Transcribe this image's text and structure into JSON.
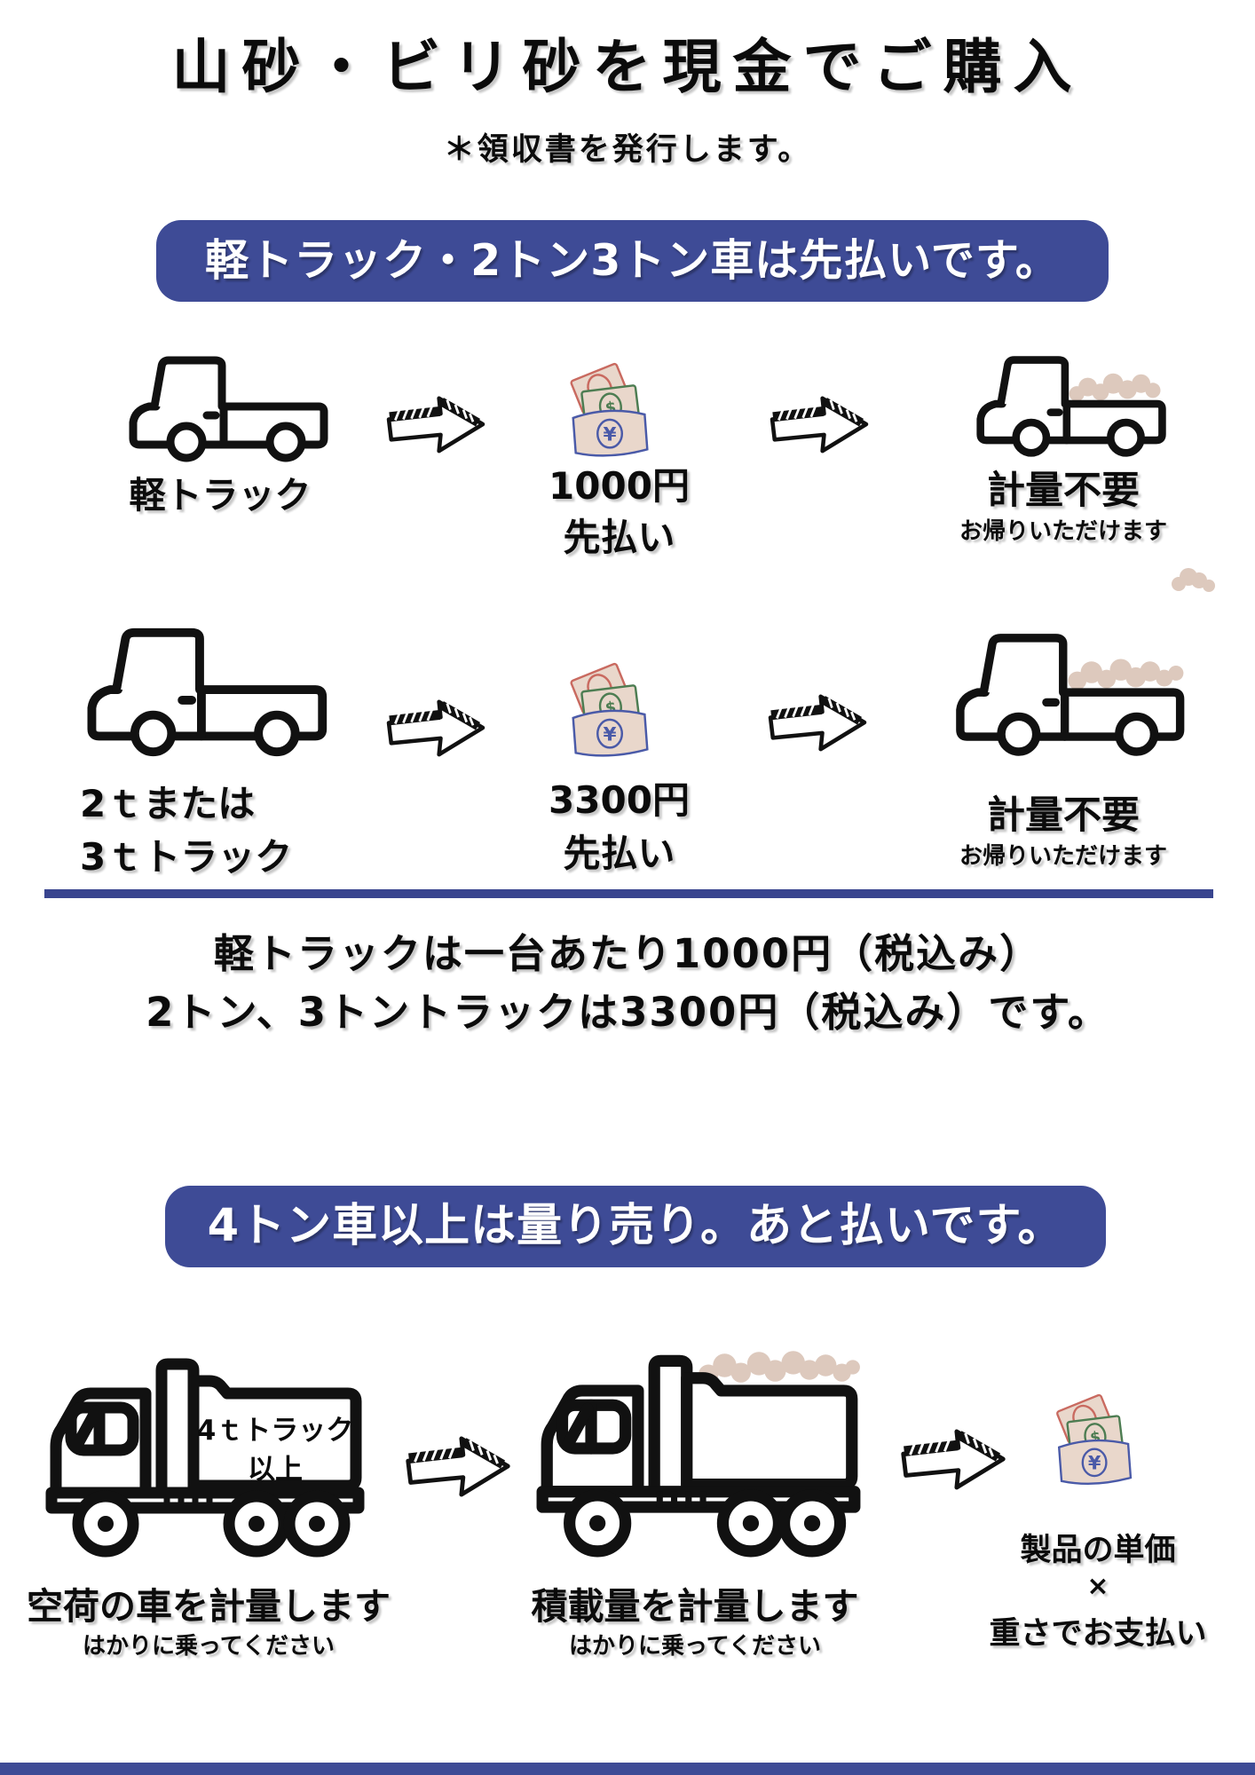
{
  "poster": {
    "title": "山砂・ビリ砂を現金でご購入",
    "subtitle": "＊領収書を発行します。"
  },
  "section_prepaid": {
    "banner": "軽トラック・2トン3トン車は先払いです。",
    "kei_flow": {
      "vehicle": "軽トラック",
      "price": "1000円",
      "payment": "先払い",
      "result": "計量不要",
      "result_note": "お帰りいただけます"
    },
    "truck_flow": {
      "vehicle_line1": "2ｔまたは",
      "vehicle_line2": "3ｔトラック",
      "price": "3300円",
      "payment": "先払い",
      "result": "計量不要",
      "result_note": "お帰りいただけます"
    },
    "note_line1": "軽トラックは一台あたり1000円（税込み）",
    "note_line2": "2トン、3トントラックは3300円（税込み）です。"
  },
  "section_weighed": {
    "banner": "4トン車以上は量り売り。あと払いです。",
    "truck_bed_line1": "4ｔトラック",
    "truck_bed_line2": "以上",
    "step1": {
      "label": "空荷の車を計量します",
      "note": "はかりに乗ってください"
    },
    "step2": {
      "label": "積載量を計量します",
      "note": "はかりに乗ってください"
    },
    "step3": {
      "line1": "製品の単価",
      "line2": "×",
      "line3": "重さでお支払い"
    }
  },
  "icons": {
    "kei_truck": "kei-truck-icon",
    "loaded_kei_truck": "loaded-kei-truck-icon",
    "flatbed_truck": "flatbed-truck-icon",
    "loaded_flatbed_truck": "loaded-flatbed-truck-icon",
    "dump_truck_empty": "dump-truck-empty-icon",
    "dump_truck_loaded": "dump-truck-loaded-icon",
    "arrow": "arrow-right-icon",
    "money": "cash-bills-icon",
    "dust": "dust-puff-icon"
  },
  "colors": {
    "banner_blue": "#3e4b96",
    "divider_blue": "#39458f",
    "ink": "#111111",
    "bill_paper": "#e9d7cb",
    "bill_red": "#c96a60",
    "bill_green": "#4d7d52",
    "bill_blue": "#4a5aa8",
    "dust_beige": "#ddc9bd"
  }
}
